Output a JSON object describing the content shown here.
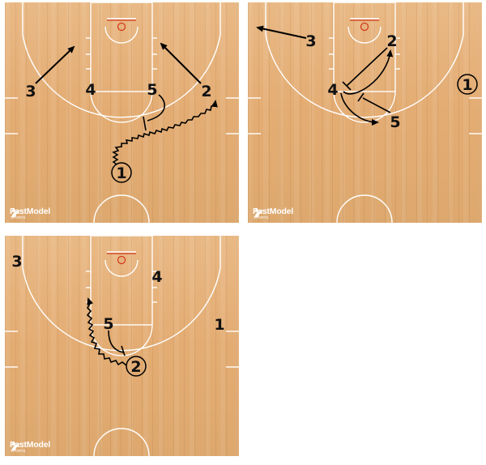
{
  "watermark": {
    "brand": "FastModel",
    "sub": "SPORTS"
  },
  "diagrams": [
    {
      "players": {
        "p1": "1",
        "p2": "2",
        "p3": "3",
        "p4": "4",
        "p5": "5"
      },
      "ball_handler": "1"
    },
    {
      "players": {
        "p1": "1",
        "p2": "2",
        "p3": "3",
        "p4": "4",
        "p5": "5"
      },
      "ball_handler": "1"
    },
    {
      "players": {
        "p2": "2",
        "p3": "3",
        "p4": "4",
        "p5": "5",
        "p1": "1"
      },
      "ball_handler": "2"
    }
  ]
}
